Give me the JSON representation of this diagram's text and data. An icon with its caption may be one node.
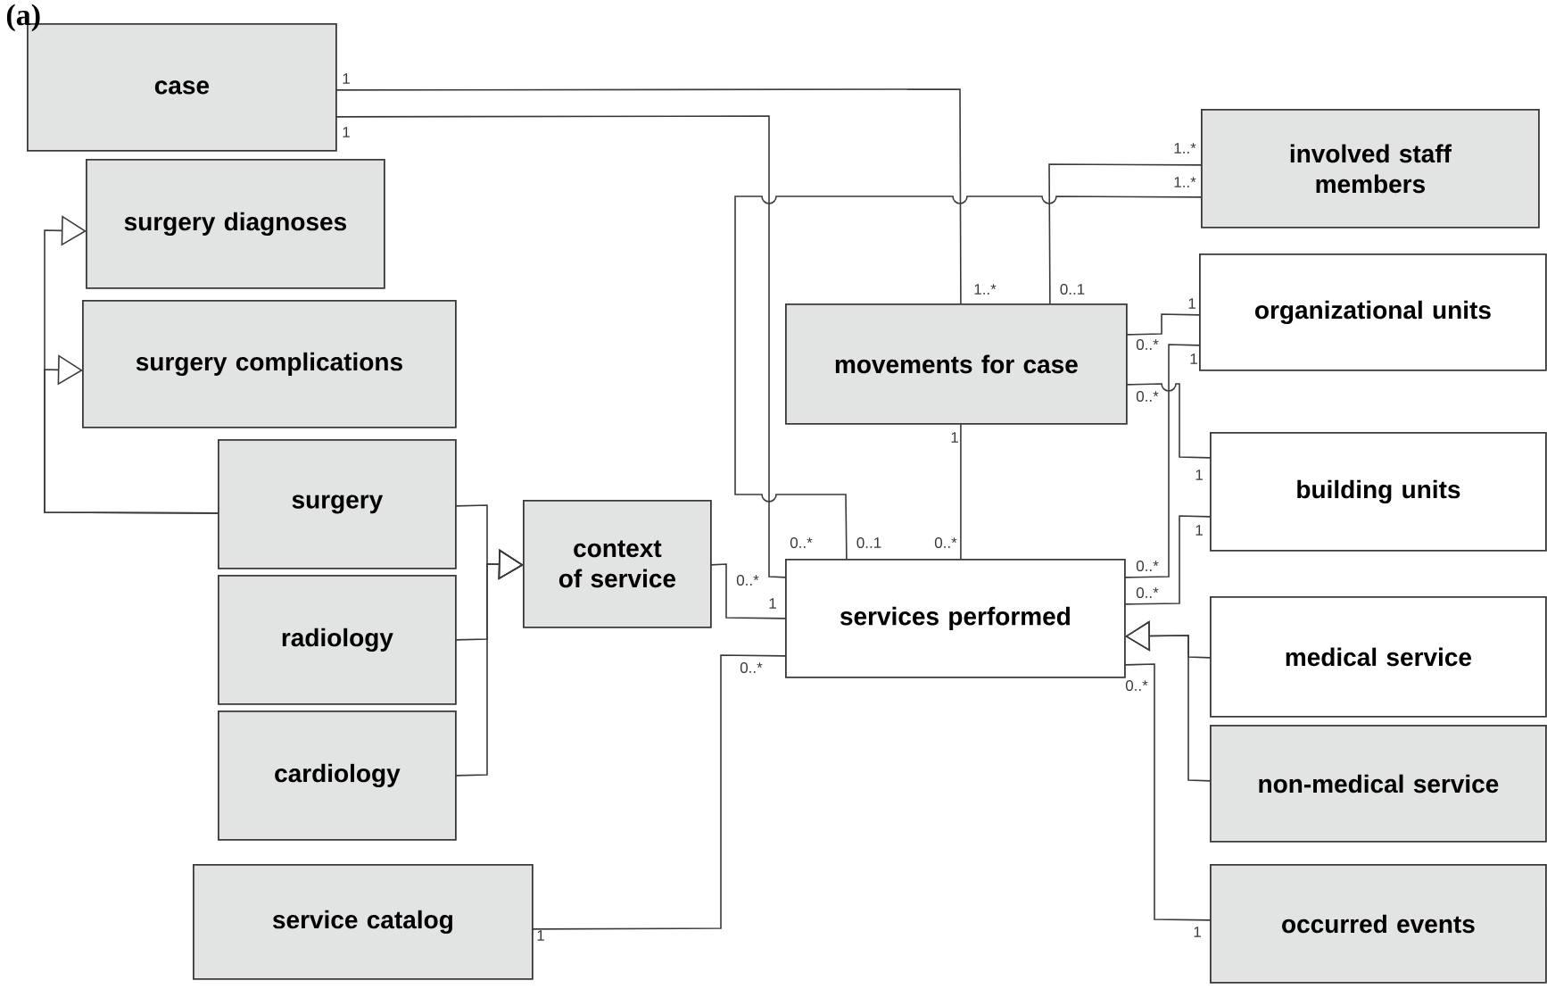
{
  "diagram": {
    "nodes": [
      {
        "text": [
          "case"
        ]
      },
      {
        "text": [
          "surgery diagnoses"
        ]
      },
      {
        "text": [
          "surgery complications"
        ]
      },
      {
        "text": [
          "surgery"
        ]
      },
      {
        "text": [
          "radiology"
        ]
      },
      {
        "text": [
          "cardiology"
        ]
      },
      {
        "text": [
          "context of service"
        ]
      },
      {
        "text": [
          "movements for case"
        ]
      },
      {
        "text": [
          "involved staff members"
        ]
      },
      {
        "text": [
          "organizational units"
        ]
      },
      {
        "text": [
          "building units"
        ]
      },
      {
        "text": [
          "services performed"
        ]
      },
      {
        "text": [
          "medical service"
        ]
      },
      {
        "text": [
          "non-medical service"
        ]
      },
      {
        "text": [
          "service catalog"
        ]
      },
      {
        "text": [
          "occurred events"
        ]
      }
    ],
    "edges": [
      {
        "from": 0,
        "to": 7,
        "arrow": "none"
      },
      {
        "from": 0,
        "to": 11,
        "arrow": "none"
      },
      {
        "from": 8,
        "to": 7,
        "arrow": "none"
      },
      {
        "from": 8,
        "to": 11,
        "arrow": "none"
      },
      {
        "from": 7,
        "to": 11,
        "arrow": "none"
      },
      {
        "from": 7,
        "to": 9,
        "arrow": "none"
      },
      {
        "from": 7,
        "to": 10,
        "arrow": "none"
      },
      {
        "from": 11,
        "to": 9,
        "arrow": "none"
      },
      {
        "from": 11,
        "to": 10,
        "arrow": "none"
      },
      {
        "from": 6,
        "to": 11,
        "arrow": "none"
      },
      {
        "from": 14,
        "to": 11,
        "arrow": "none"
      },
      {
        "from": 11,
        "to": 15,
        "arrow": "none"
      },
      {
        "from": 12,
        "to": 11,
        "arrow": "to"
      },
      {
        "from": 13,
        "to": 11,
        "arrow": "to"
      },
      {
        "from": 3,
        "to": 6,
        "arrow": "to"
      },
      {
        "from": 4,
        "to": 6,
        "arrow": "to"
      },
      {
        "from": 5,
        "to": 6,
        "arrow": "to"
      },
      {
        "from": 3,
        "to": 1,
        "arrow": "to"
      },
      {
        "from": 3,
        "to": 2,
        "arrow": "to"
      }
    ],
    "labels": [
      "(a)",
      "1",
      "1",
      "1..*",
      "1..*",
      "1..*",
      "0..1",
      "1",
      "0..*",
      "1",
      "0..*",
      "1",
      "1",
      "1",
      "0..*",
      "0..1",
      "0..*",
      "0..*",
      "0..*",
      "0..*",
      "1",
      "0..*",
      "0..*",
      "1",
      "1"
    ]
  }
}
